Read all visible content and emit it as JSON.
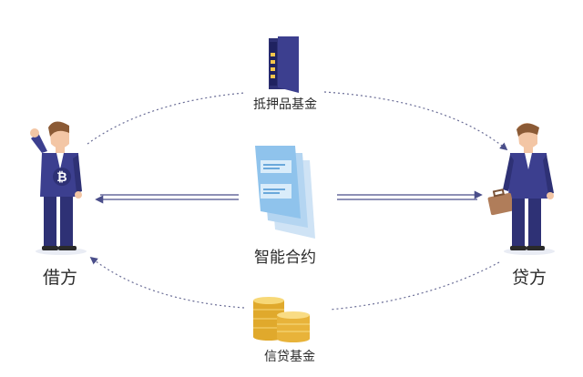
{
  "labels": {
    "borrower": "借方",
    "lender": "贷方",
    "smart_contract": "智能合约",
    "collateral_fund": "抵押品基金",
    "credit_fund": "信贷基金"
  },
  "icons": {
    "borrower": "person-with-bitcoin-icon",
    "lender": "person-with-briefcase-icon",
    "contract": "document-stack-icon",
    "collateral": "safe-box-icon",
    "credit": "gold-coin-stack-icon"
  },
  "colors": {
    "suit": "#3c3f8f",
    "suit_dark": "#2e3175",
    "document": "#8fc3ec",
    "arrow": "#4a4e8a",
    "coin": "#f4c54b",
    "text": "#2b2b2b"
  }
}
